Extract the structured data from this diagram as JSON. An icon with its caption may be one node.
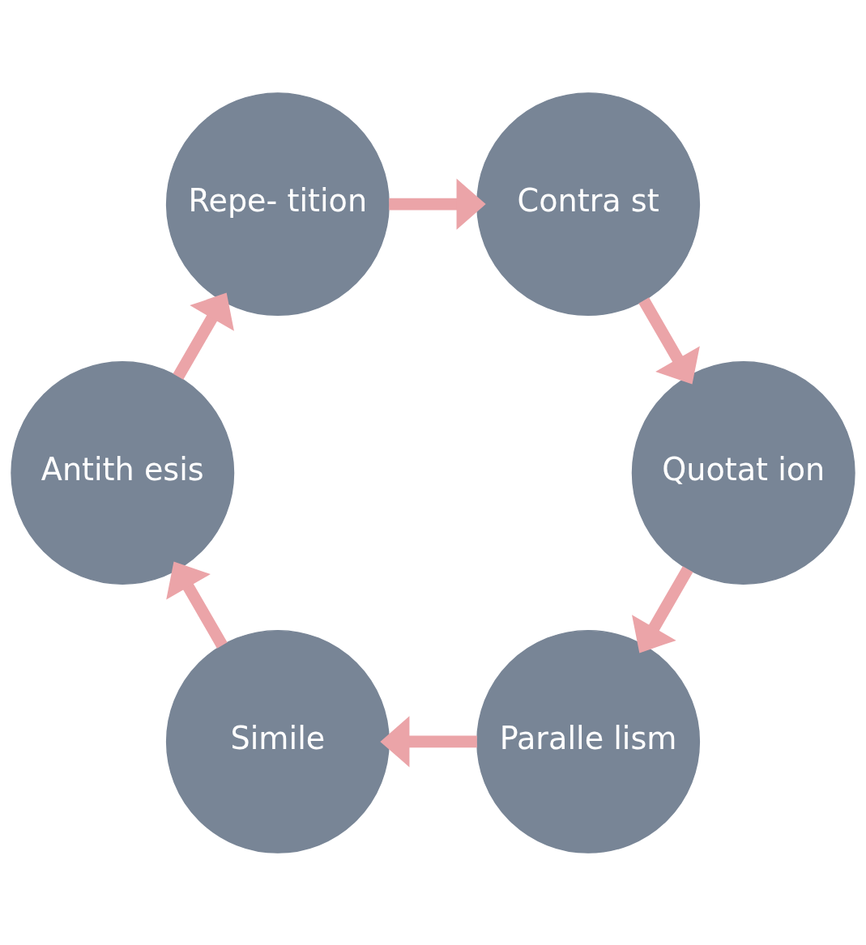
{
  "diagram": {
    "nodes": [
      {
        "text": [
          "Paralle lism"
        ]
      },
      {
        "text": [
          "Simile"
        ]
      },
      {
        "text": [
          "Antith esis"
        ]
      },
      {
        "text": [
          "Repe- tition"
        ]
      },
      {
        "text": [
          "Contra st"
        ]
      },
      {
        "text": [
          "Quotat ion"
        ]
      }
    ],
    "edges": [
      {
        "from": 0,
        "to": 1,
        "arrow": "to"
      },
      {
        "from": 1,
        "to": 2,
        "arrow": "to"
      },
      {
        "from": 2,
        "to": 3,
        "arrow": "to"
      },
      {
        "from": 3,
        "to": 4,
        "arrow": "to"
      },
      {
        "from": 4,
        "to": 5,
        "arrow": "to"
      },
      {
        "from": 5,
        "to": 0,
        "arrow": "to"
      }
    ]
  }
}
